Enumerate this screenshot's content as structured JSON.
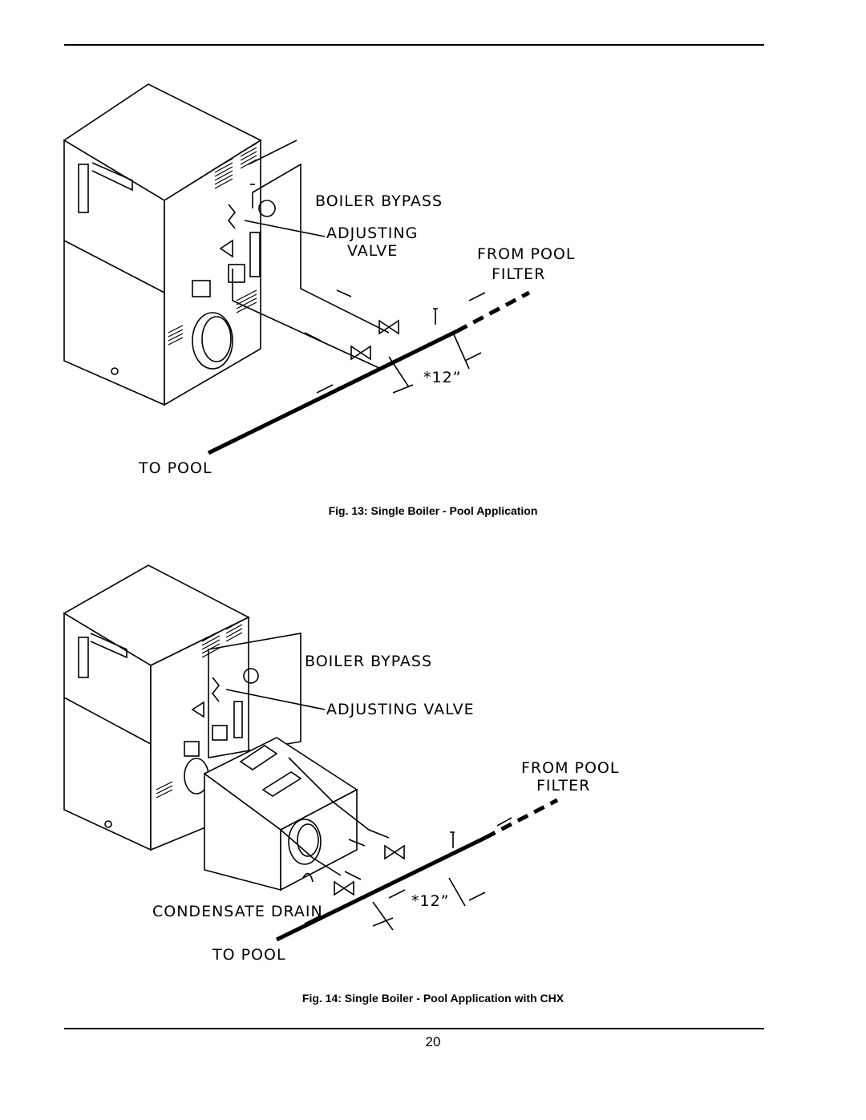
{
  "figures": [
    {
      "labels": {
        "boiler_bypass": "BOILER BYPASS",
        "adjusting_1": "ADJUSTING",
        "adjusting_2": "VALVE",
        "from_pool_1": "FROM POOL",
        "from_pool_2": "FILTER",
        "dimension": "*12”",
        "to_pool": "TO POOL"
      },
      "caption": "Fig. 13: Single Boiler - Pool Application"
    },
    {
      "labels": {
        "boiler_bypass": "BOILER BYPASS",
        "adjusting": "ADJUSTING VALVE",
        "from_pool_1": "FROM POOL",
        "from_pool_2": "FILTER",
        "dimension": "*12”",
        "condensate": "CONDENSATE DRAIN",
        "to_pool": "TO POOL"
      },
      "caption": "Fig. 14: Single Boiler - Pool Application with CHX"
    }
  ],
  "page_number": "20"
}
